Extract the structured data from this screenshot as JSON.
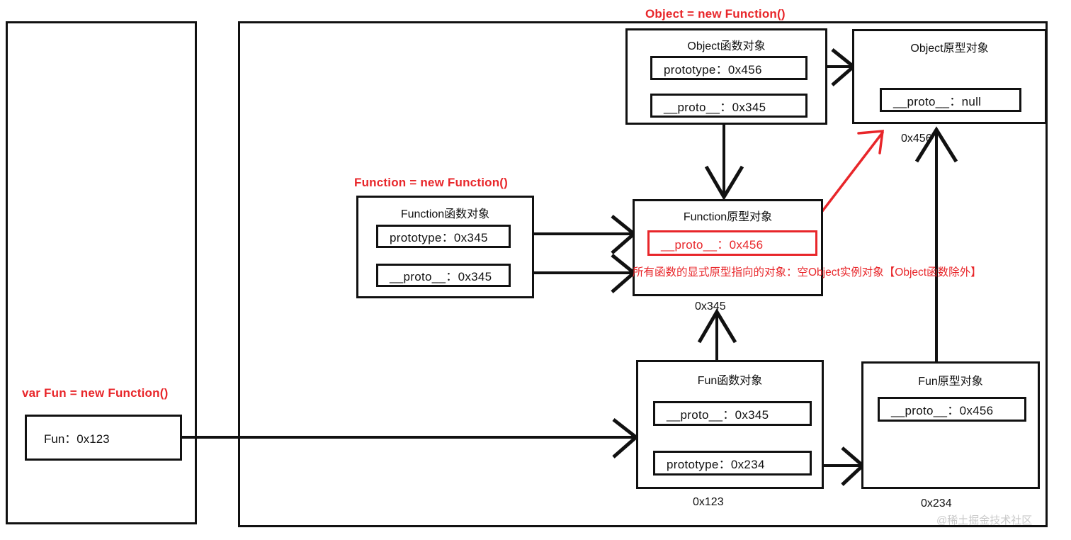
{
  "diagram": {
    "title": "JavaScript prototype chain diagram",
    "watermark": "@稀土掘金技术社区",
    "colors": {
      "ink": "#111111",
      "accent_red": "#e8262a",
      "background": "#ffffff",
      "watermark": "#c9c9c9"
    }
  },
  "annotations": {
    "object_ctor": "Object = new Function()",
    "function_ctor": "Function = new Function()",
    "fun_var": "var Fun = new Function()",
    "prototype_note": "所有函数的显式原型指向的对象：空Object实例对象【Object函数除外】"
  },
  "nodes": {
    "fun_var_box": {
      "label": "Fun：0x123"
    },
    "object_function": {
      "title": "Object函数对象",
      "slots": [
        {
          "text": "prototype：0x456",
          "highlight": false
        },
        {
          "text": "__proto__：0x345",
          "highlight": false
        }
      ],
      "address": ""
    },
    "object_prototype": {
      "title": "Object原型对象",
      "slots": [
        {
          "text": "__proto__：null",
          "highlight": false
        }
      ],
      "address": "0x456"
    },
    "function_function": {
      "title": "Function函数对象",
      "slots": [
        {
          "text": "prototype：0x345",
          "highlight": false
        },
        {
          "text": "__proto__：0x345",
          "highlight": false
        }
      ],
      "address": ""
    },
    "function_prototype": {
      "title": "Function原型对象",
      "slots": [
        {
          "text": "__proto__：0x456",
          "highlight": true
        }
      ],
      "address": "0x345"
    },
    "fun_function": {
      "title": "Fun函数对象",
      "slots": [
        {
          "text": "__proto__：0x345",
          "highlight": false
        },
        {
          "text": "prototype：0x234",
          "highlight": false
        }
      ],
      "address": "0x123"
    },
    "fun_prototype": {
      "title": "Fun原型对象",
      "slots": [
        {
          "text": "__proto__：0x456",
          "highlight": false
        }
      ],
      "address": "0x234"
    }
  }
}
